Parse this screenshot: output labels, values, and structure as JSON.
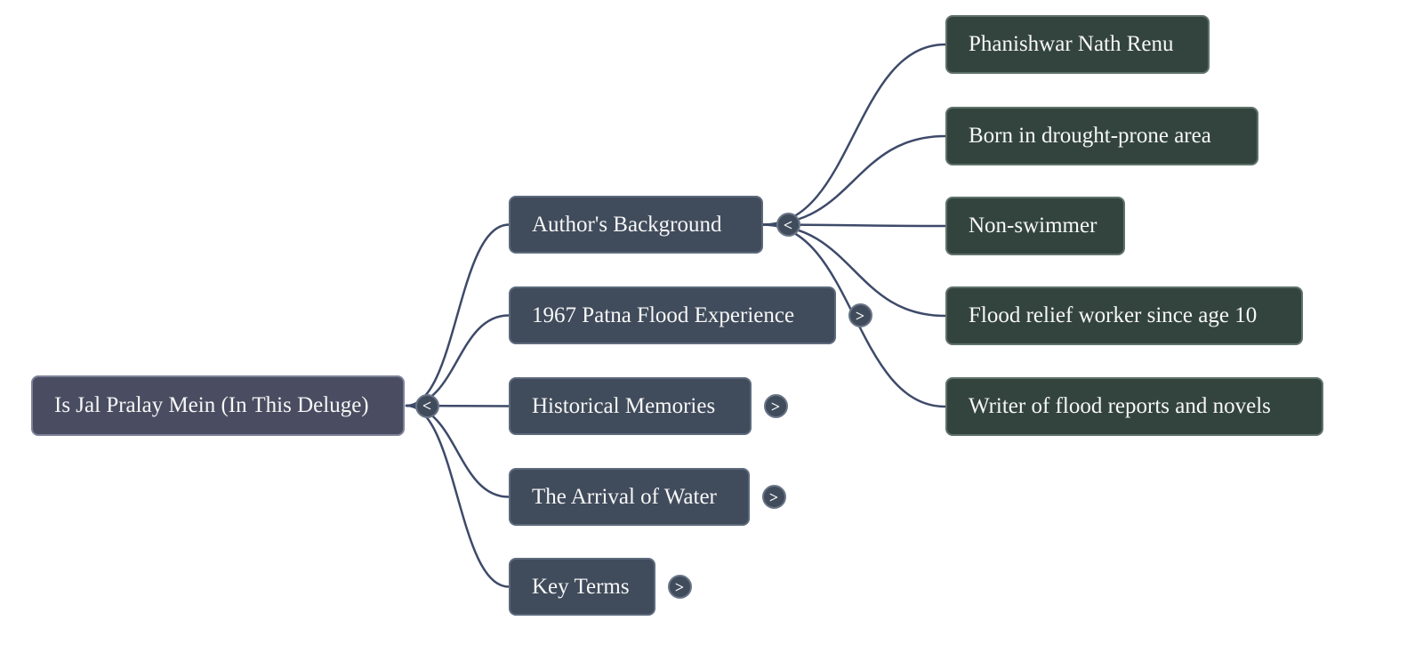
{
  "diagram": {
    "type": "mindmap",
    "title": "Is Jal Pralay Mein (In This Deluge)"
  },
  "colors": {
    "background": "#ffffff",
    "edge": "#3e4a69",
    "root_fill": "#4a4d61",
    "root_border": "#7d8299",
    "branch_fill": "#404b5b",
    "branch_border": "#5d6a7c",
    "leaf_fill": "#33443e",
    "leaf_border": "#5f7269",
    "text": "#f7f7f7"
  },
  "root": {
    "label": "Is Jal Pralay Mein (In This Deluge)",
    "toggle": "<"
  },
  "level1": [
    {
      "label": "Author's Background",
      "toggle": "<",
      "expanded": true
    },
    {
      "label": "1967 Patna Flood Experience",
      "toggle": ">",
      "expanded": false
    },
    {
      "label": "Historical Memories",
      "toggle": ">",
      "expanded": false
    },
    {
      "label": "The Arrival of Water",
      "toggle": ">",
      "expanded": false
    },
    {
      "label": "Key Terms",
      "toggle": ">",
      "expanded": false
    }
  ],
  "level2": [
    {
      "label": "Phanishwar Nath Renu",
      "parent": "Author's Background"
    },
    {
      "label": "Born in drought-prone area",
      "parent": "Author's Background"
    },
    {
      "label": "Non-swimmer",
      "parent": "Author's Background"
    },
    {
      "label": "Flood relief worker since age 10",
      "parent": "Author's Background"
    },
    {
      "label": "Writer of flood reports and novels",
      "parent": "Author's Background"
    }
  ]
}
